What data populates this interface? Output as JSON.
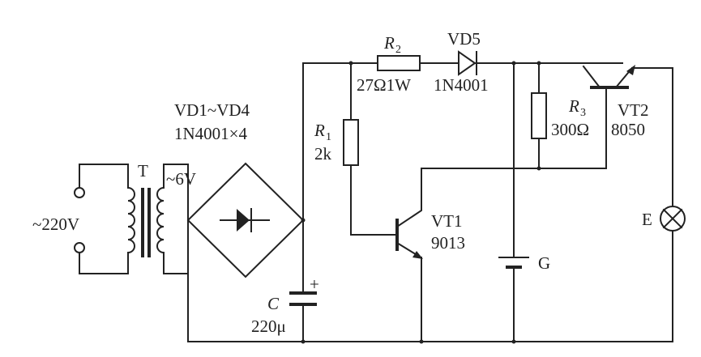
{
  "labels": {
    "mains": "~220V",
    "transformer": "T",
    "secondary": "~6V",
    "rectifier_name": "VD1~VD4",
    "rectifier_part": "1N4001×4",
    "cap_name": "C",
    "cap_value": "220μ",
    "cap_plus": "+",
    "r1_letter": "R",
    "r1_sub": "1",
    "r1_value": "2k",
    "r2_letter": "R",
    "r2_sub": "2",
    "r2_value": "27Ω1W",
    "vd5_name": "VD5",
    "vd5_part": "1N4001",
    "r3_letter": "R",
    "r3_sub": "3",
    "r3_value": "300Ω",
    "vt1_name": "VT1",
    "vt1_part": "9013",
    "vt2_name": "VT2",
    "vt2_part": "8050",
    "battery": "G",
    "lamp": "E"
  }
}
